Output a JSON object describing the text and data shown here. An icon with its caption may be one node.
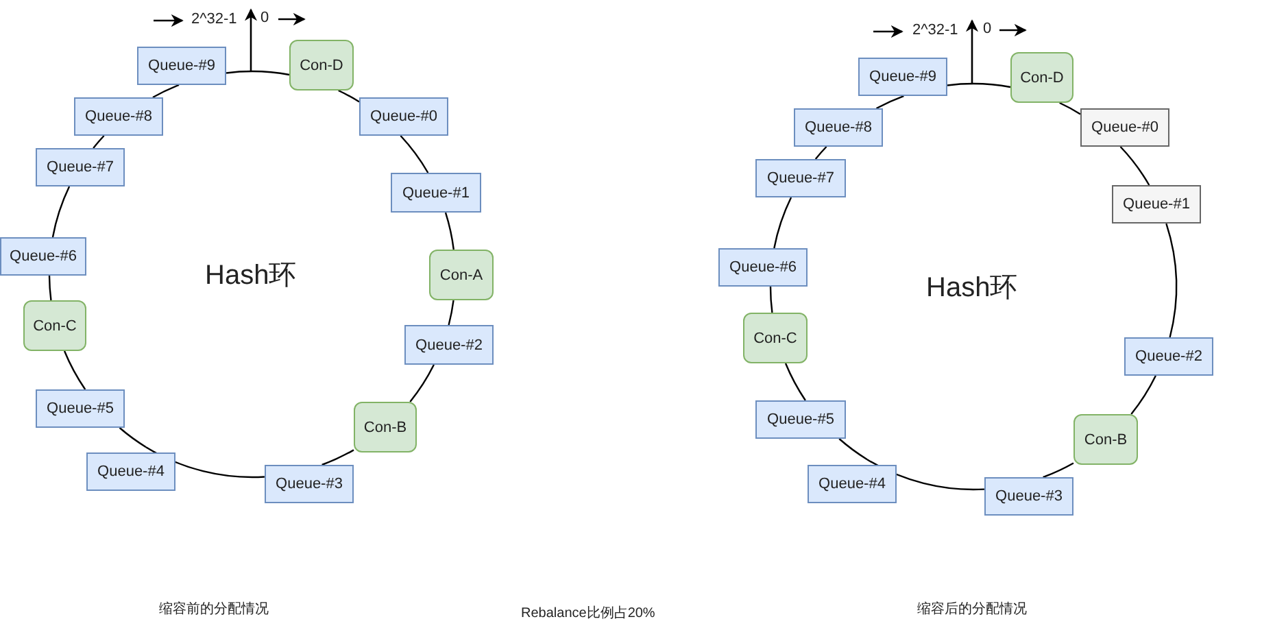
{
  "diagram": {
    "nodes": [
      {
        "text": [
          "Queue-#9"
        ]
      },
      {
        "text": [
          "Con-D"
        ]
      },
      {
        "text": [
          "Queue-#0"
        ]
      },
      {
        "text": [
          "Queue-#1"
        ]
      },
      {
        "text": [
          "Con-A"
        ]
      },
      {
        "text": [
          "Queue-#2"
        ]
      },
      {
        "text": [
          "Con-B"
        ]
      },
      {
        "text": [
          "Queue-#3"
        ]
      },
      {
        "text": [
          "Queue-#4"
        ]
      },
      {
        "text": [
          "Queue-#5"
        ]
      },
      {
        "text": [
          "Con-C"
        ]
      },
      {
        "text": [
          "Queue-#6"
        ]
      },
      {
        "text": [
          "Queue-#7"
        ]
      },
      {
        "text": [
          "Queue-#8"
        ]
      },
      {
        "text": [
          "Queue-#9"
        ]
      },
      {
        "text": [
          "Con-D"
        ]
      },
      {
        "text": [
          "Queue-#0"
        ]
      },
      {
        "text": [
          "Queue-#1"
        ]
      },
      {
        "text": [
          "Queue-#2"
        ]
      },
      {
        "text": [
          "Con-B"
        ]
      },
      {
        "text": [
          "Queue-#3"
        ]
      },
      {
        "text": [
          "Queue-#4"
        ]
      },
      {
        "text": [
          "Queue-#5"
        ]
      },
      {
        "text": [
          "Con-C"
        ]
      },
      {
        "text": [
          "Queue-#6"
        ]
      },
      {
        "text": [
          "Queue-#7"
        ]
      },
      {
        "text": [
          "Queue-#8"
        ]
      }
    ],
    "edges": [
      {
        "from": 0,
        "to": 1,
        "arrow": "none"
      },
      {
        "from": 1,
        "to": 2,
        "arrow": "none"
      },
      {
        "from": 2,
        "to": 3,
        "arrow": "none"
      },
      {
        "from": 3,
        "to": 4,
        "arrow": "none"
      },
      {
        "from": 4,
        "to": 5,
        "arrow": "none"
      },
      {
        "from": 5,
        "to": 6,
        "arrow": "none"
      },
      {
        "from": 6,
        "to": 7,
        "arrow": "none"
      },
      {
        "from": 7,
        "to": 8,
        "arrow": "none"
      },
      {
        "from": 8,
        "to": 9,
        "arrow": "none"
      },
      {
        "from": 9,
        "to": 10,
        "arrow": "none"
      },
      {
        "from": 10,
        "to": 11,
        "arrow": "none"
      },
      {
        "from": 11,
        "to": 12,
        "arrow": "none"
      },
      {
        "from": 12,
        "to": 13,
        "arrow": "none"
      },
      {
        "from": 13,
        "to": 0,
        "arrow": "none"
      },
      {
        "from": 14,
        "to": 15,
        "arrow": "none"
      },
      {
        "from": 15,
        "to": 16,
        "arrow": "none"
      },
      {
        "from": 16,
        "to": 17,
        "arrow": "none"
      },
      {
        "from": 17,
        "to": 18,
        "arrow": "none"
      },
      {
        "from": 18,
        "to": 19,
        "arrow": "none"
      },
      {
        "from": 19,
        "to": 20,
        "arrow": "none"
      },
      {
        "from": 20,
        "to": 21,
        "arrow": "none"
      },
      {
        "from": 21,
        "to": 22,
        "arrow": "none"
      },
      {
        "from": 22,
        "to": 23,
        "arrow": "none"
      },
      {
        "from": 23,
        "to": 24,
        "arrow": "none"
      },
      {
        "from": 24,
        "to": 25,
        "arrow": "none"
      },
      {
        "from": 25,
        "to": 26,
        "arrow": "none"
      },
      {
        "from": 26,
        "to": 14,
        "arrow": "none"
      }
    ],
    "labels": [
      "2^32-1",
      "0",
      "2^32-1",
      "0",
      "Hash环",
      "Hash环",
      "缩容前的分配情况",
      "Rebalance比例占20%",
      "缩容后的分配情况"
    ]
  }
}
